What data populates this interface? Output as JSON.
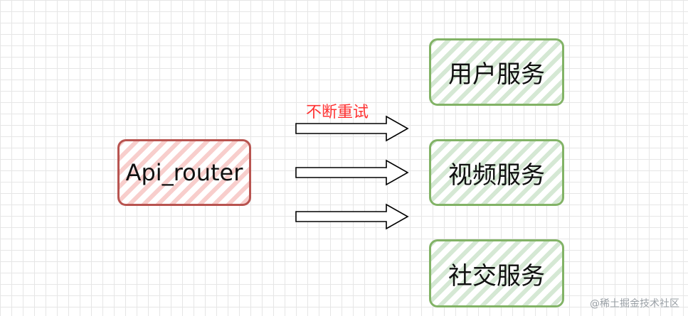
{
  "nodes": {
    "api_router": "Api_router",
    "user_service": "用户服务",
    "video_service": "视频服务",
    "social_service": "社交服务"
  },
  "edge_label": "不断重试",
  "colors": {
    "router_fill": "#f8cecc",
    "router_stroke": "#b85450",
    "service_fill": "#d5e8d4",
    "service_stroke": "#82b366",
    "edge_label": "#ff3333"
  },
  "watermark": "@稀土掘金技术社区"
}
